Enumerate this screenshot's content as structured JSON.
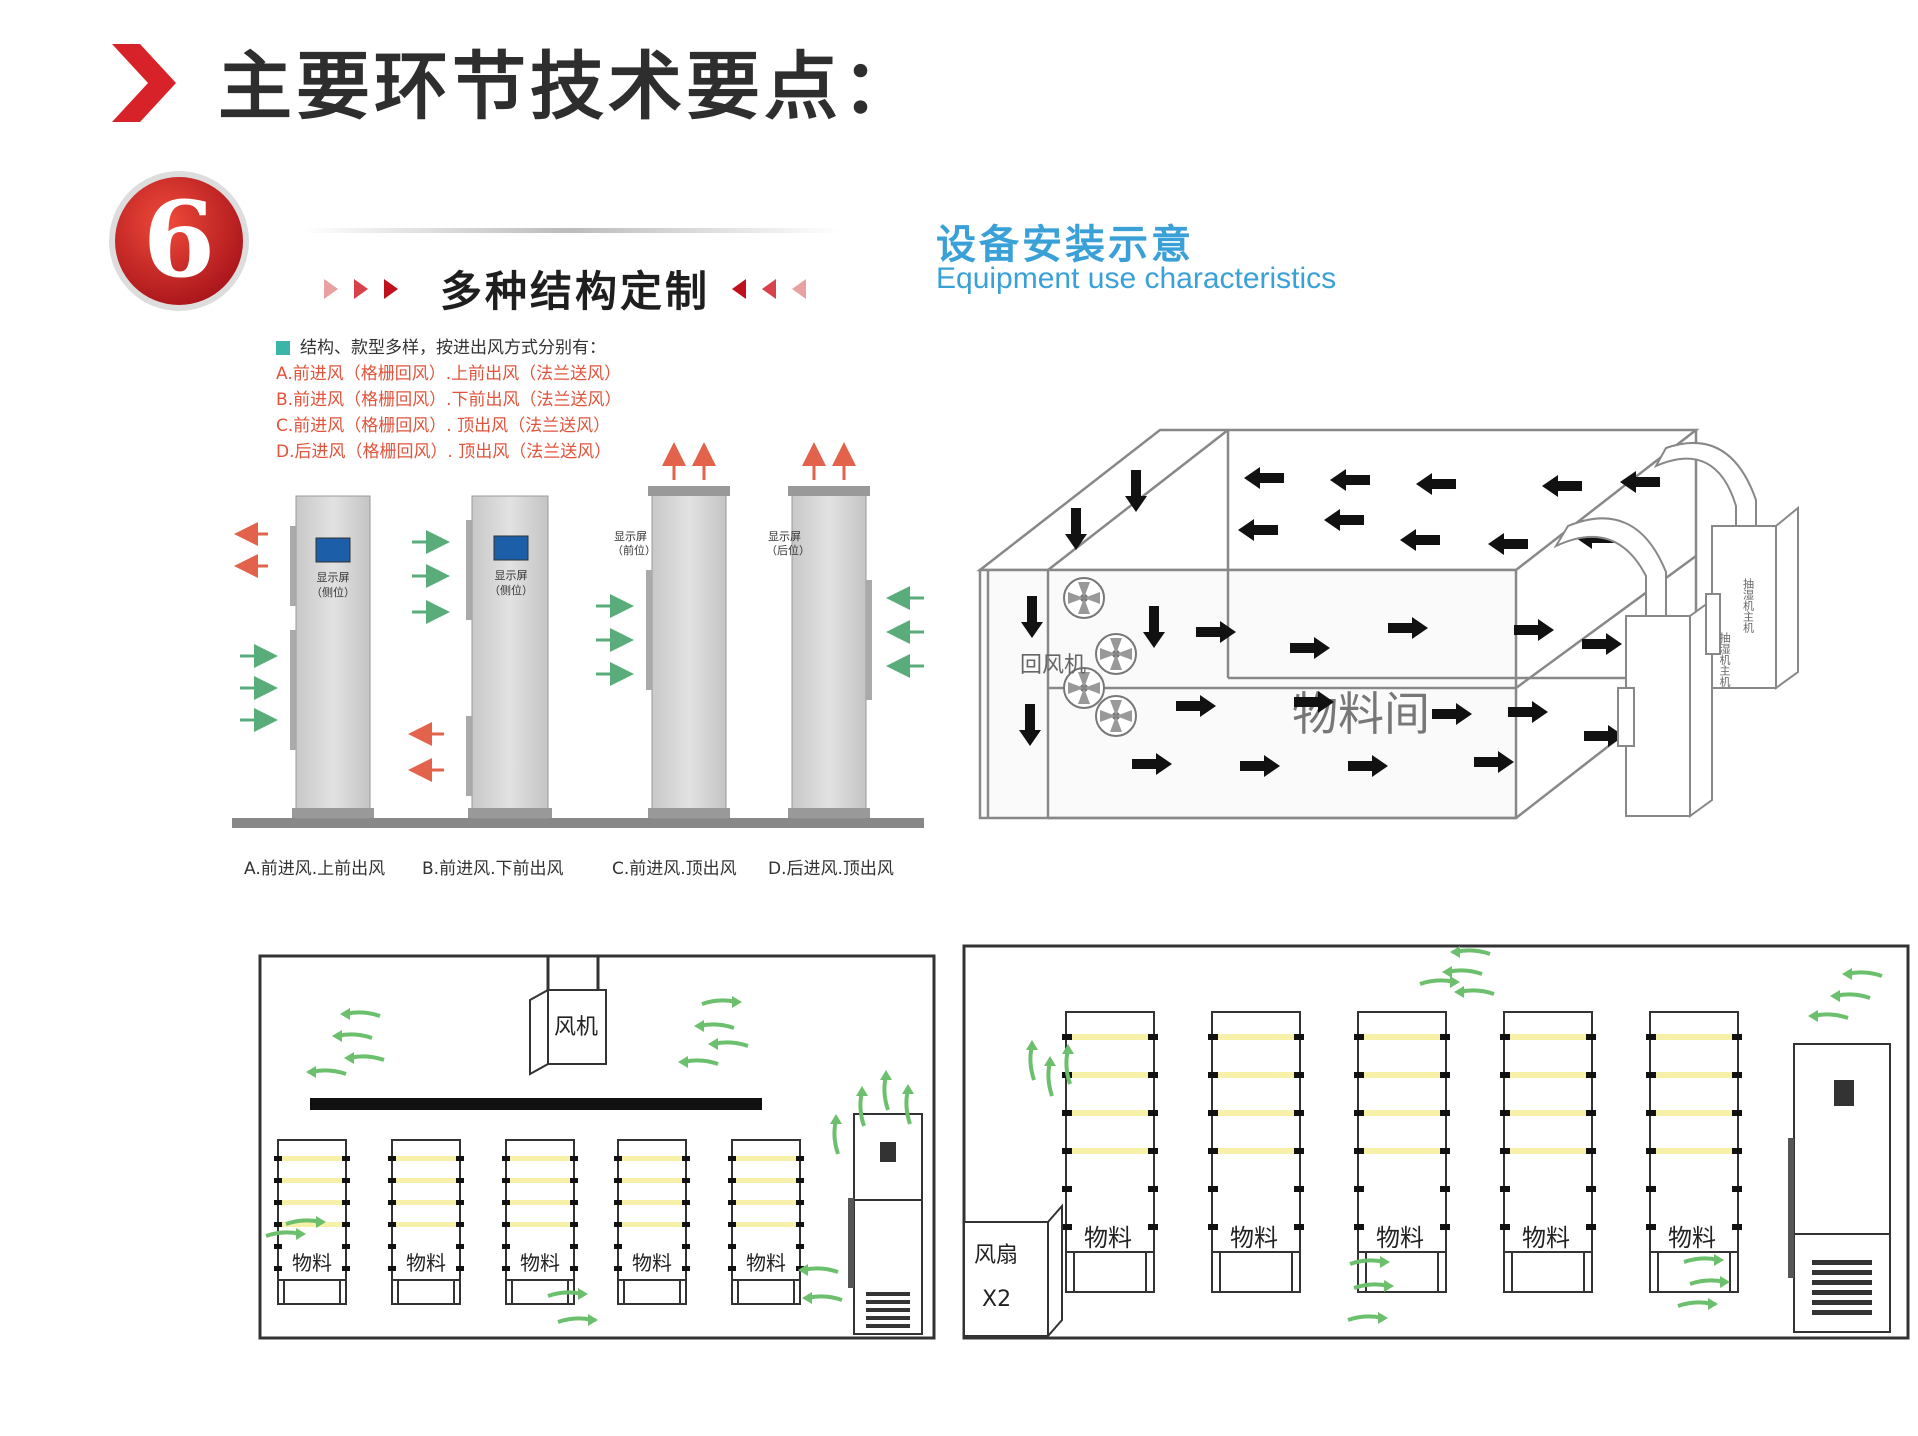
{
  "title": "主要环节技术要点：",
  "section_number": "6",
  "structure": {
    "heading": "多种结构定制",
    "intro": "结构、款型多样，按进出风方式分别有：",
    "options": [
      "A.前进风（格栅回风）.上前出风（法兰送风）",
      "B.前进风（格栅回风）.下前出风（法兰送风）",
      "C.前进风（格栅回风）.  顶出风（法兰送风）",
      "D.后进风（格栅回风）.  顶出风（法兰送风）"
    ],
    "units": [
      {
        "screen": "显示屏",
        "pos": "（侧位）"
      },
      {
        "screen": "显示屏",
        "pos": "（侧位）"
      },
      {
        "screen": "显示屏",
        "pos": "（前位）"
      },
      {
        "screen": "显示屏",
        "pos": "（后位）"
      }
    ],
    "captions": [
      "A.前进风.上前出风",
      "B.前进风.下前出风",
      "C.前进风.顶出风",
      "D.后进风.顶出风"
    ]
  },
  "equipment": {
    "title_zh": "设备安装示意",
    "title_en": "Equipment use characteristics",
    "return_fan": "回风机",
    "room": "物料间",
    "unit_label": "抽湿机主机"
  },
  "room_left": {
    "fan": "风机",
    "racks": [
      "物料",
      "物料",
      "物料",
      "物料",
      "物料"
    ]
  },
  "room_right": {
    "fan": "风扇",
    "fan_count": "X2",
    "racks": [
      "物料",
      "物料",
      "物料",
      "物料",
      "物料"
    ]
  },
  "colors": {
    "accent_red": "#d8222a",
    "title_blue": "#3aa0d8",
    "arrow_green": "#5aad7a",
    "arrow_red": "#e2624b",
    "leaf_green": "#6cbf6c",
    "shelf_yellow": "#f6f0a8"
  }
}
